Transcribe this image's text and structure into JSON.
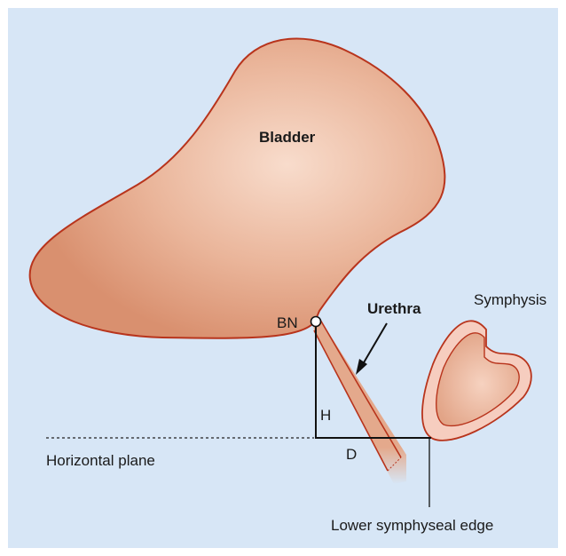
{
  "labels": {
    "bladder": "Bladder",
    "urethra": "Urethra",
    "symphysis": "Symphysis",
    "bn": "BN",
    "h": "H",
    "d": "D",
    "horizontal_plane": "Horizontal plane",
    "lower_symphyseal_edge": "Lower symphyseal edge"
  },
  "colors": {
    "background": "#d7e6f6",
    "organ_fill_light": "#f7d6c6",
    "organ_fill_dark": "#dc9878",
    "organ_outline": "#b8341c",
    "measure_line": "#111111"
  }
}
